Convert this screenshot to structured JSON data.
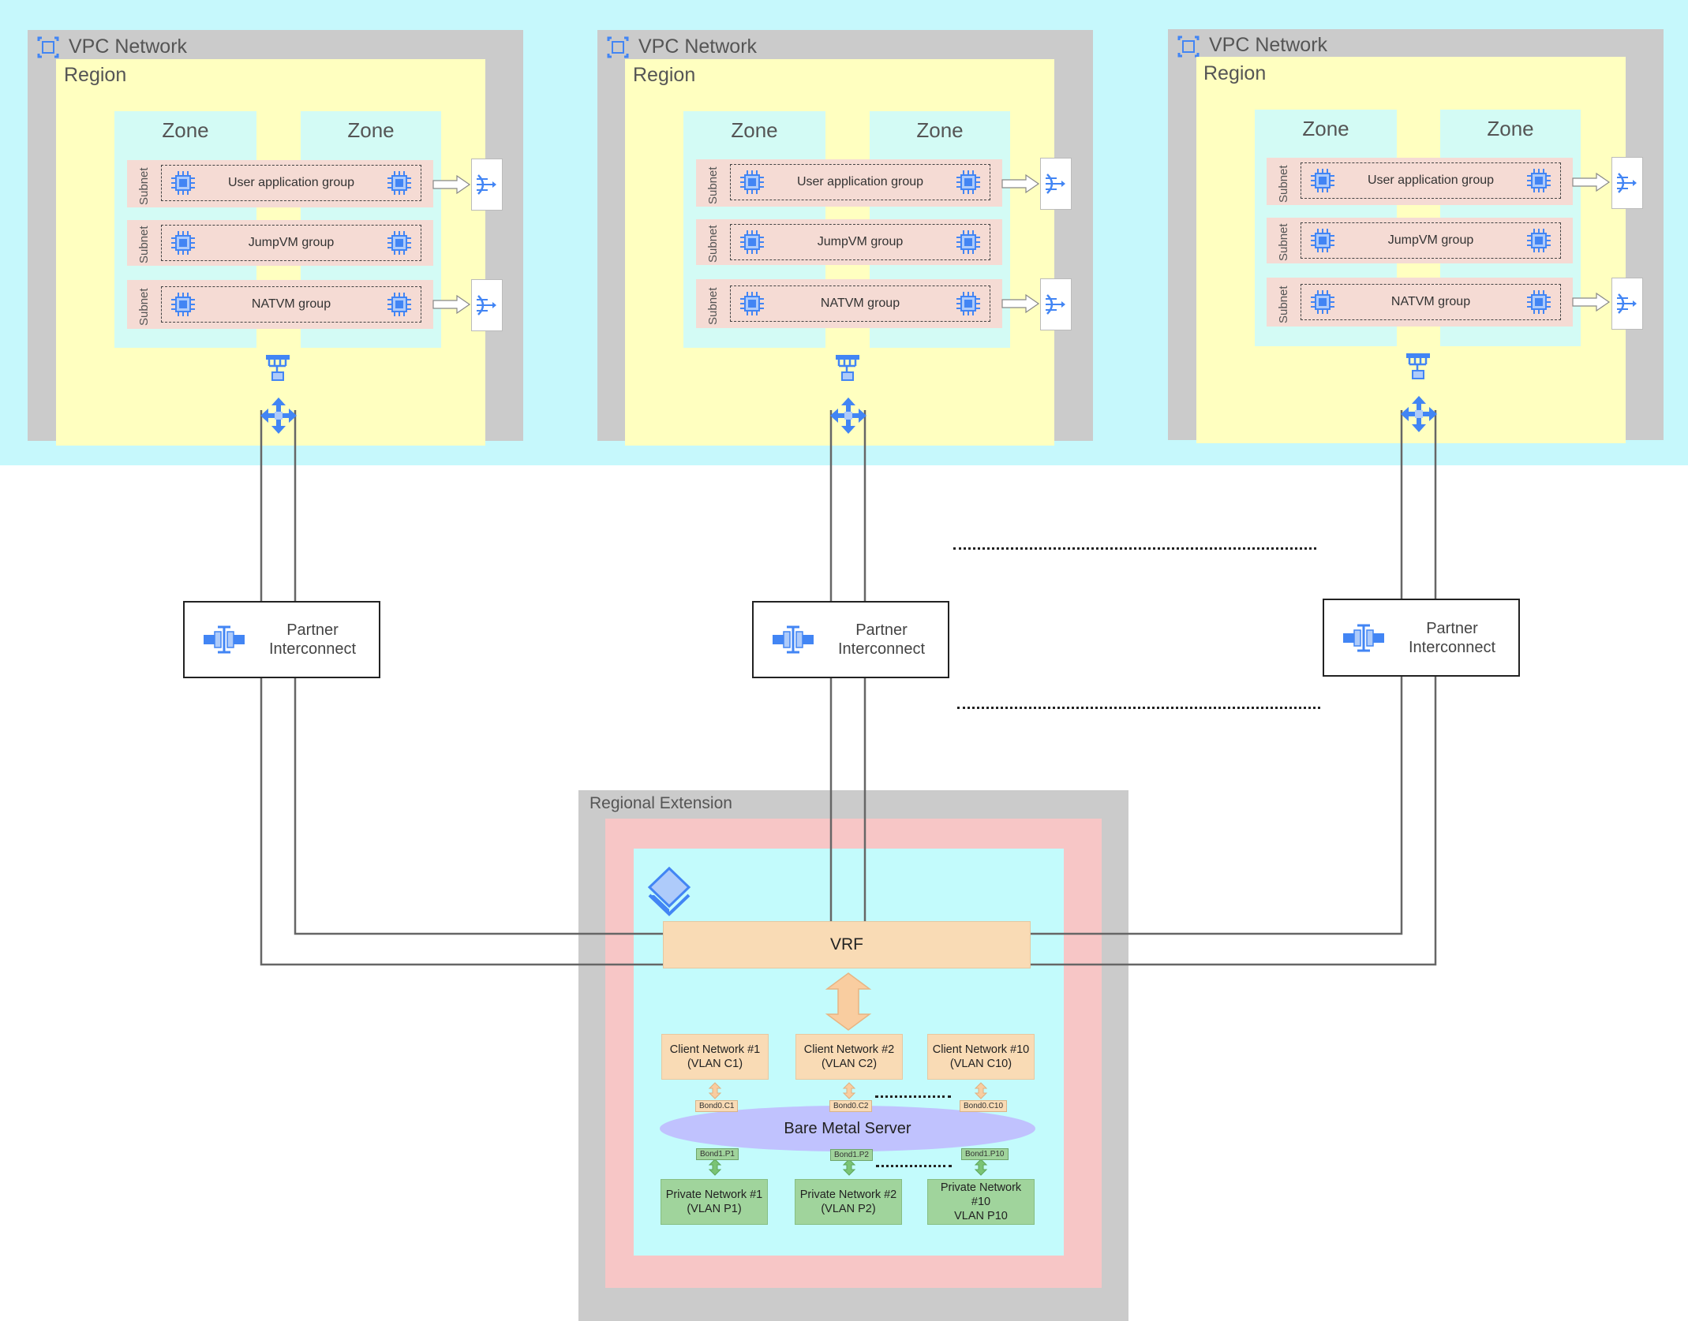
{
  "vpcs": [
    {
      "title": "VPC Network",
      "region": "Region",
      "zones": [
        "Zone",
        "Zone"
      ],
      "subnets": [
        {
          "label": "Subnet",
          "group": "User application group"
        },
        {
          "label": "Subnet",
          "group": "JumpVM group"
        },
        {
          "label": "Subnet",
          "group": "NATVM group"
        }
      ]
    },
    {
      "title": "VPC Network",
      "region": "Region",
      "zones": [
        "Zone",
        "Zone"
      ],
      "subnets": [
        {
          "label": "Subnet",
          "group": "User application group"
        },
        {
          "label": "Subnet",
          "group": "JumpVM group"
        },
        {
          "label": "Subnet",
          "group": "NATVM group"
        }
      ]
    },
    {
      "title": "VPC Network",
      "region": "Region",
      "zones": [
        "Zone",
        "Zone"
      ],
      "subnets": [
        {
          "label": "Subnet",
          "group": "User application group"
        },
        {
          "label": "Subnet",
          "group": "JumpVM group"
        },
        {
          "label": "Subnet",
          "group": "NATVM group"
        }
      ]
    }
  ],
  "interconnects": [
    "Partner\nInterconnect",
    "Partner\nInterconnect",
    "Partner\nInterconnect"
  ],
  "regional_extension": {
    "title": "Regional Extension",
    "vrf": "VRF",
    "bare_metal": "Bare Metal Server",
    "client_networks": [
      "Client Network #1\n(VLAN C1)",
      "Client Network #2\n(VLAN C2)",
      "Client Network #10\n(VLAN C10)"
    ],
    "client_bonds": [
      "Bond0.C1",
      "Bond0.C2",
      "Bond0.C10"
    ],
    "private_bonds": [
      "Bond1.P1",
      "Bond1.P2",
      "Bond1.P10"
    ],
    "private_networks": [
      "Private Network #1\n(VLAN P1)",
      "Private Network #2\n(VLAN P2)",
      "Private Network\n#10\nVLAN P10"
    ]
  },
  "colors": {
    "top_band": "#c6f8fc",
    "vpc_frame": "#cbcbcb",
    "region": "#ffffc0",
    "zone": "#d3fbf5",
    "subnet": "#f5dbd4",
    "icon_blue": "#4285f4",
    "vrf": "#f9dbb5",
    "private": "#a0d49c",
    "bare_metal": "#c0c2fe",
    "regext_pink": "#f7c6c6"
  }
}
